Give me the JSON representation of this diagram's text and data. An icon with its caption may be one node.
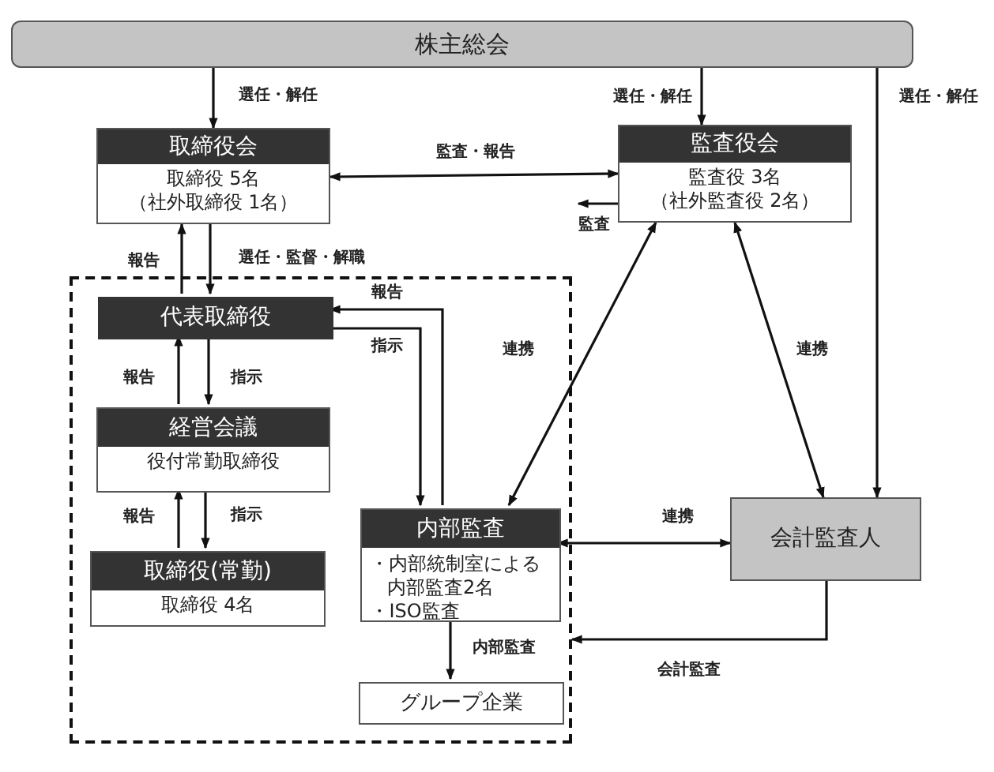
{
  "diagram": {
    "nodes": [
      {
        "text": [
          "株主総会"
        ]
      },
      {
        "text": [
          "取締役会",
          "取締役 5名（社外取締役 1名）"
        ]
      },
      {
        "text": [
          "監査役会",
          "監査役 3名（社外監査役 2名）"
        ]
      },
      {
        "text": [],
        "shape": "box"
      },
      {
        "text": [
          "代表取締役"
        ],
        "in": 3
      },
      {
        "text": [
          "経営会議",
          "役付常勤取締役"
        ],
        "in": 3
      },
      {
        "text": [
          "取締役(常勤)",
          "取締役 4名"
        ],
        "in": 3
      },
      {
        "text": [
          "内部監査",
          "・内部統制室による内部監査2名",
          "・ISO監査"
        ],
        "in": 3
      },
      {
        "text": [
          "グループ企業"
        ],
        "in": 3
      },
      {
        "text": [
          "会計監査人"
        ]
      }
    ],
    "edges": [
      {
        "from": 0,
        "to": 1,
        "arrow": "to",
        "label": "選任・解任"
      },
      {
        "from": 0,
        "to": 2,
        "arrow": "to",
        "label": "選任・解任"
      },
      {
        "from": 0,
        "to": 9,
        "arrow": "to",
        "label": "選任・解任"
      },
      {
        "from": 1,
        "to": 2,
        "arrow": "both",
        "label": "監査・報告"
      },
      {
        "from": 2,
        "to": null,
        "arrow": "to",
        "label": "監査"
      },
      {
        "from": 4,
        "to": 1,
        "arrow": "to",
        "label": "報告"
      },
      {
        "from": 1,
        "to": 4,
        "arrow": "to",
        "label": "選任・監督・解職"
      },
      {
        "from": 7,
        "to": 4,
        "arrow": "to",
        "label": "報告"
      },
      {
        "from": 4,
        "to": 7,
        "arrow": "to",
        "label": "指示"
      },
      {
        "from": 2,
        "to": 7,
        "arrow": "both",
        "label": "連携"
      },
      {
        "from": 2,
        "to": 9,
        "arrow": "both",
        "label": "連携"
      },
      {
        "from": 5,
        "to": 4,
        "arrow": "to",
        "label": "報告"
      },
      {
        "from": 4,
        "to": 5,
        "arrow": "to",
        "label": "指示"
      },
      {
        "from": 6,
        "to": 5,
        "arrow": "to",
        "label": "報告"
      },
      {
        "from": 5,
        "to": 6,
        "arrow": "to",
        "label": "指示"
      },
      {
        "from": 7,
        "to": 9,
        "arrow": "both",
        "label": "連携"
      },
      {
        "from": 9,
        "to": 3,
        "arrow": "to",
        "label": "会計監査"
      },
      {
        "from": 7,
        "to": 8,
        "arrow": "to",
        "label": "内部監査"
      }
    ]
  }
}
